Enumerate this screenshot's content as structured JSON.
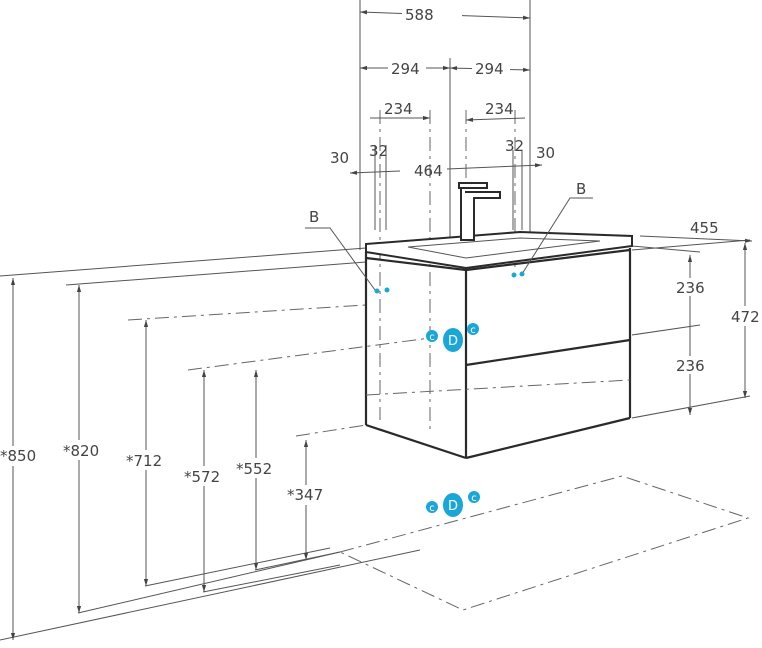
{
  "dimensions": {
    "total_width": "588",
    "half_left": "294",
    "half_right": "294",
    "offset_left": "234",
    "offset_right": "234",
    "hole_spacing": "464",
    "edge_left": "30",
    "edge_right": "30",
    "pitch_left": "32",
    "pitch_right": "32",
    "depth": "455",
    "drawer_top": "236",
    "drawer_bottom": "236",
    "height": "472",
    "h850": "*850",
    "h820": "*820",
    "h712": "*712",
    "h572": "*572",
    "h552": "*552",
    "h347": "*347"
  },
  "markers": {
    "mount_left": "B",
    "mount_right": "B",
    "drain": "D",
    "supply": "c"
  },
  "colors": {
    "marker": "#1aa7d8",
    "line": "#2a2a2a"
  }
}
